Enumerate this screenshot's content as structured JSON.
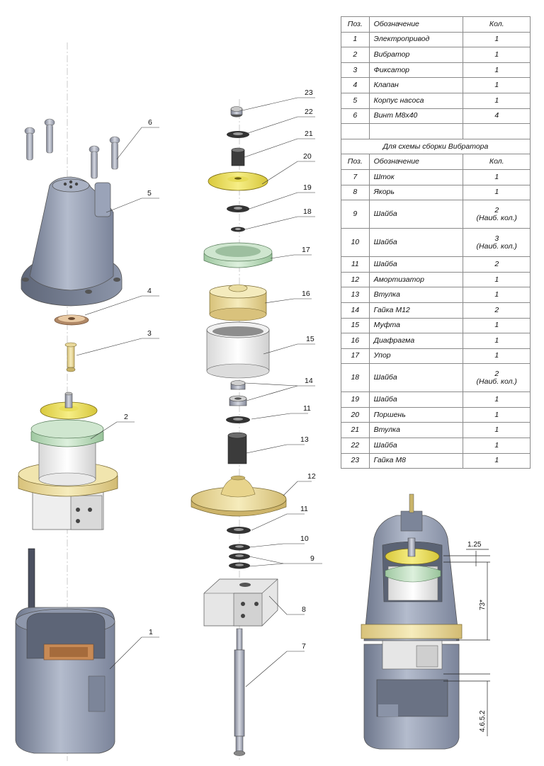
{
  "table": {
    "header": {
      "pos": "Поз.",
      "name": "Обозначение",
      "qty": "Кол."
    },
    "rows": [
      {
        "pos": "1",
        "name": "Электропривод",
        "qty": "1"
      },
      {
        "pos": "2",
        "name": "Вибратор",
        "qty": "1"
      },
      {
        "pos": "3",
        "name": "Фиксатор",
        "qty": "1"
      },
      {
        "pos": "4",
        "name": "Клапан",
        "qty": "1"
      },
      {
        "pos": "5",
        "name": "Корпус насоса",
        "qty": "1"
      },
      {
        "pos": "6",
        "name": "Винт М8х40",
        "qty": "4"
      }
    ],
    "section_title": "Для схемы сборки Вибратора",
    "header2": {
      "pos": "Поз.",
      "name": "Обозначение",
      "qty": "Кол."
    },
    "rows2": [
      {
        "pos": "7",
        "name": "Шток",
        "qty": "1"
      },
      {
        "pos": "8",
        "name": "Якорь",
        "qty": "1"
      },
      {
        "pos": "9",
        "name": "Шайба",
        "qty": "2",
        "qty_note": "(Наиб. кол.)"
      },
      {
        "pos": "10",
        "name": "Шайба",
        "qty": "3",
        "qty_note": "(Наиб. кол.)"
      },
      {
        "pos": "11",
        "name": "Шайба",
        "qty": "2"
      },
      {
        "pos": "12",
        "name": "Амортизатор",
        "qty": "1"
      },
      {
        "pos": "13",
        "name": "Втулка",
        "qty": "1"
      },
      {
        "pos": "14",
        "name": "Гайка М12",
        "qty": "2"
      },
      {
        "pos": "15",
        "name": "Муфта",
        "qty": "1"
      },
      {
        "pos": "16",
        "name": "Диафрагма",
        "qty": "1"
      },
      {
        "pos": "17",
        "name": "Упор",
        "qty": "1"
      },
      {
        "pos": "18",
        "name": "Шайба",
        "qty": "2",
        "qty_note": "(Наиб. кол.)"
      },
      {
        "pos": "19",
        "name": "Шайба",
        "qty": "1"
      },
      {
        "pos": "20",
        "name": "Поршень",
        "qty": "1"
      },
      {
        "pos": "21",
        "name": "Втулка",
        "qty": "1"
      },
      {
        "pos": "22",
        "name": "Шайба",
        "qty": "1"
      },
      {
        "pos": "23",
        "name": "Гайка М8",
        "qty": "1"
      }
    ]
  },
  "callouts": {
    "c1": "1",
    "c2": "2",
    "c3": "3",
    "c4": "4",
    "c5": "5",
    "c6": "6",
    "c7": "7",
    "c8": "8",
    "c9": "9",
    "c10": "10",
    "c11a": "11",
    "c11b": "11",
    "c12": "12",
    "c13": "13",
    "c14": "14",
    "c15": "15",
    "c16": "16",
    "c17": "17",
    "c18": "18",
    "c19": "19",
    "c20": "20",
    "c21": "21",
    "c22": "22",
    "c23": "23"
  },
  "dimensions": {
    "gap_top": "1.25",
    "height": "73*",
    "gap_bottom": "4.6.5.2"
  },
  "colors": {
    "housing": "#9aa3b8",
    "yellow": "#ece266",
    "cream": "#eee0a6",
    "green": "#c9e4c9",
    "white": "#f4f4f4",
    "rubber": "#3a3a3a",
    "copper": "#c88a55"
  }
}
